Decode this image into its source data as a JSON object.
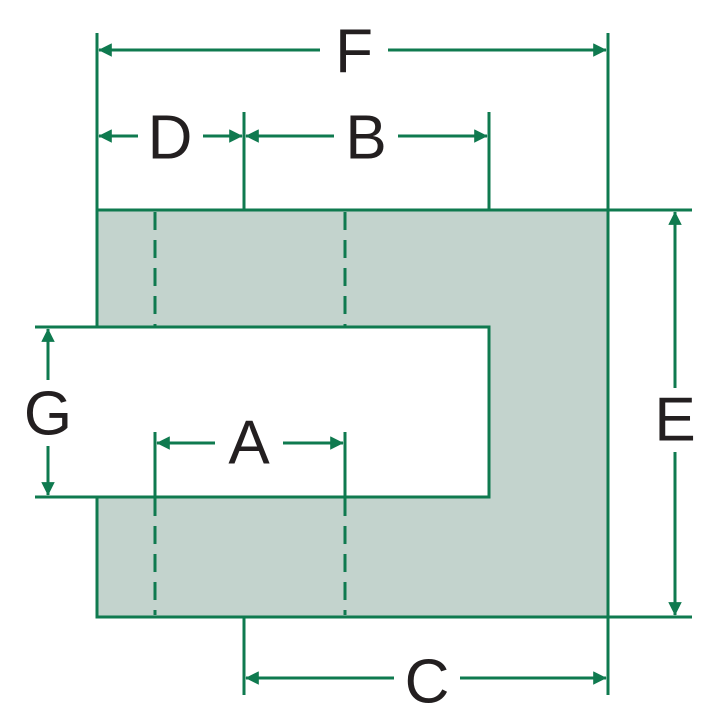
{
  "colors": {
    "line": "#0f7a4f",
    "fill": "#c3d3cd",
    "text": "#231f20",
    "background": "#ffffff"
  },
  "labels": {
    "a": "A",
    "b": "B",
    "c": "C",
    "d": "D",
    "e": "E",
    "f": "F",
    "g": "G"
  }
}
